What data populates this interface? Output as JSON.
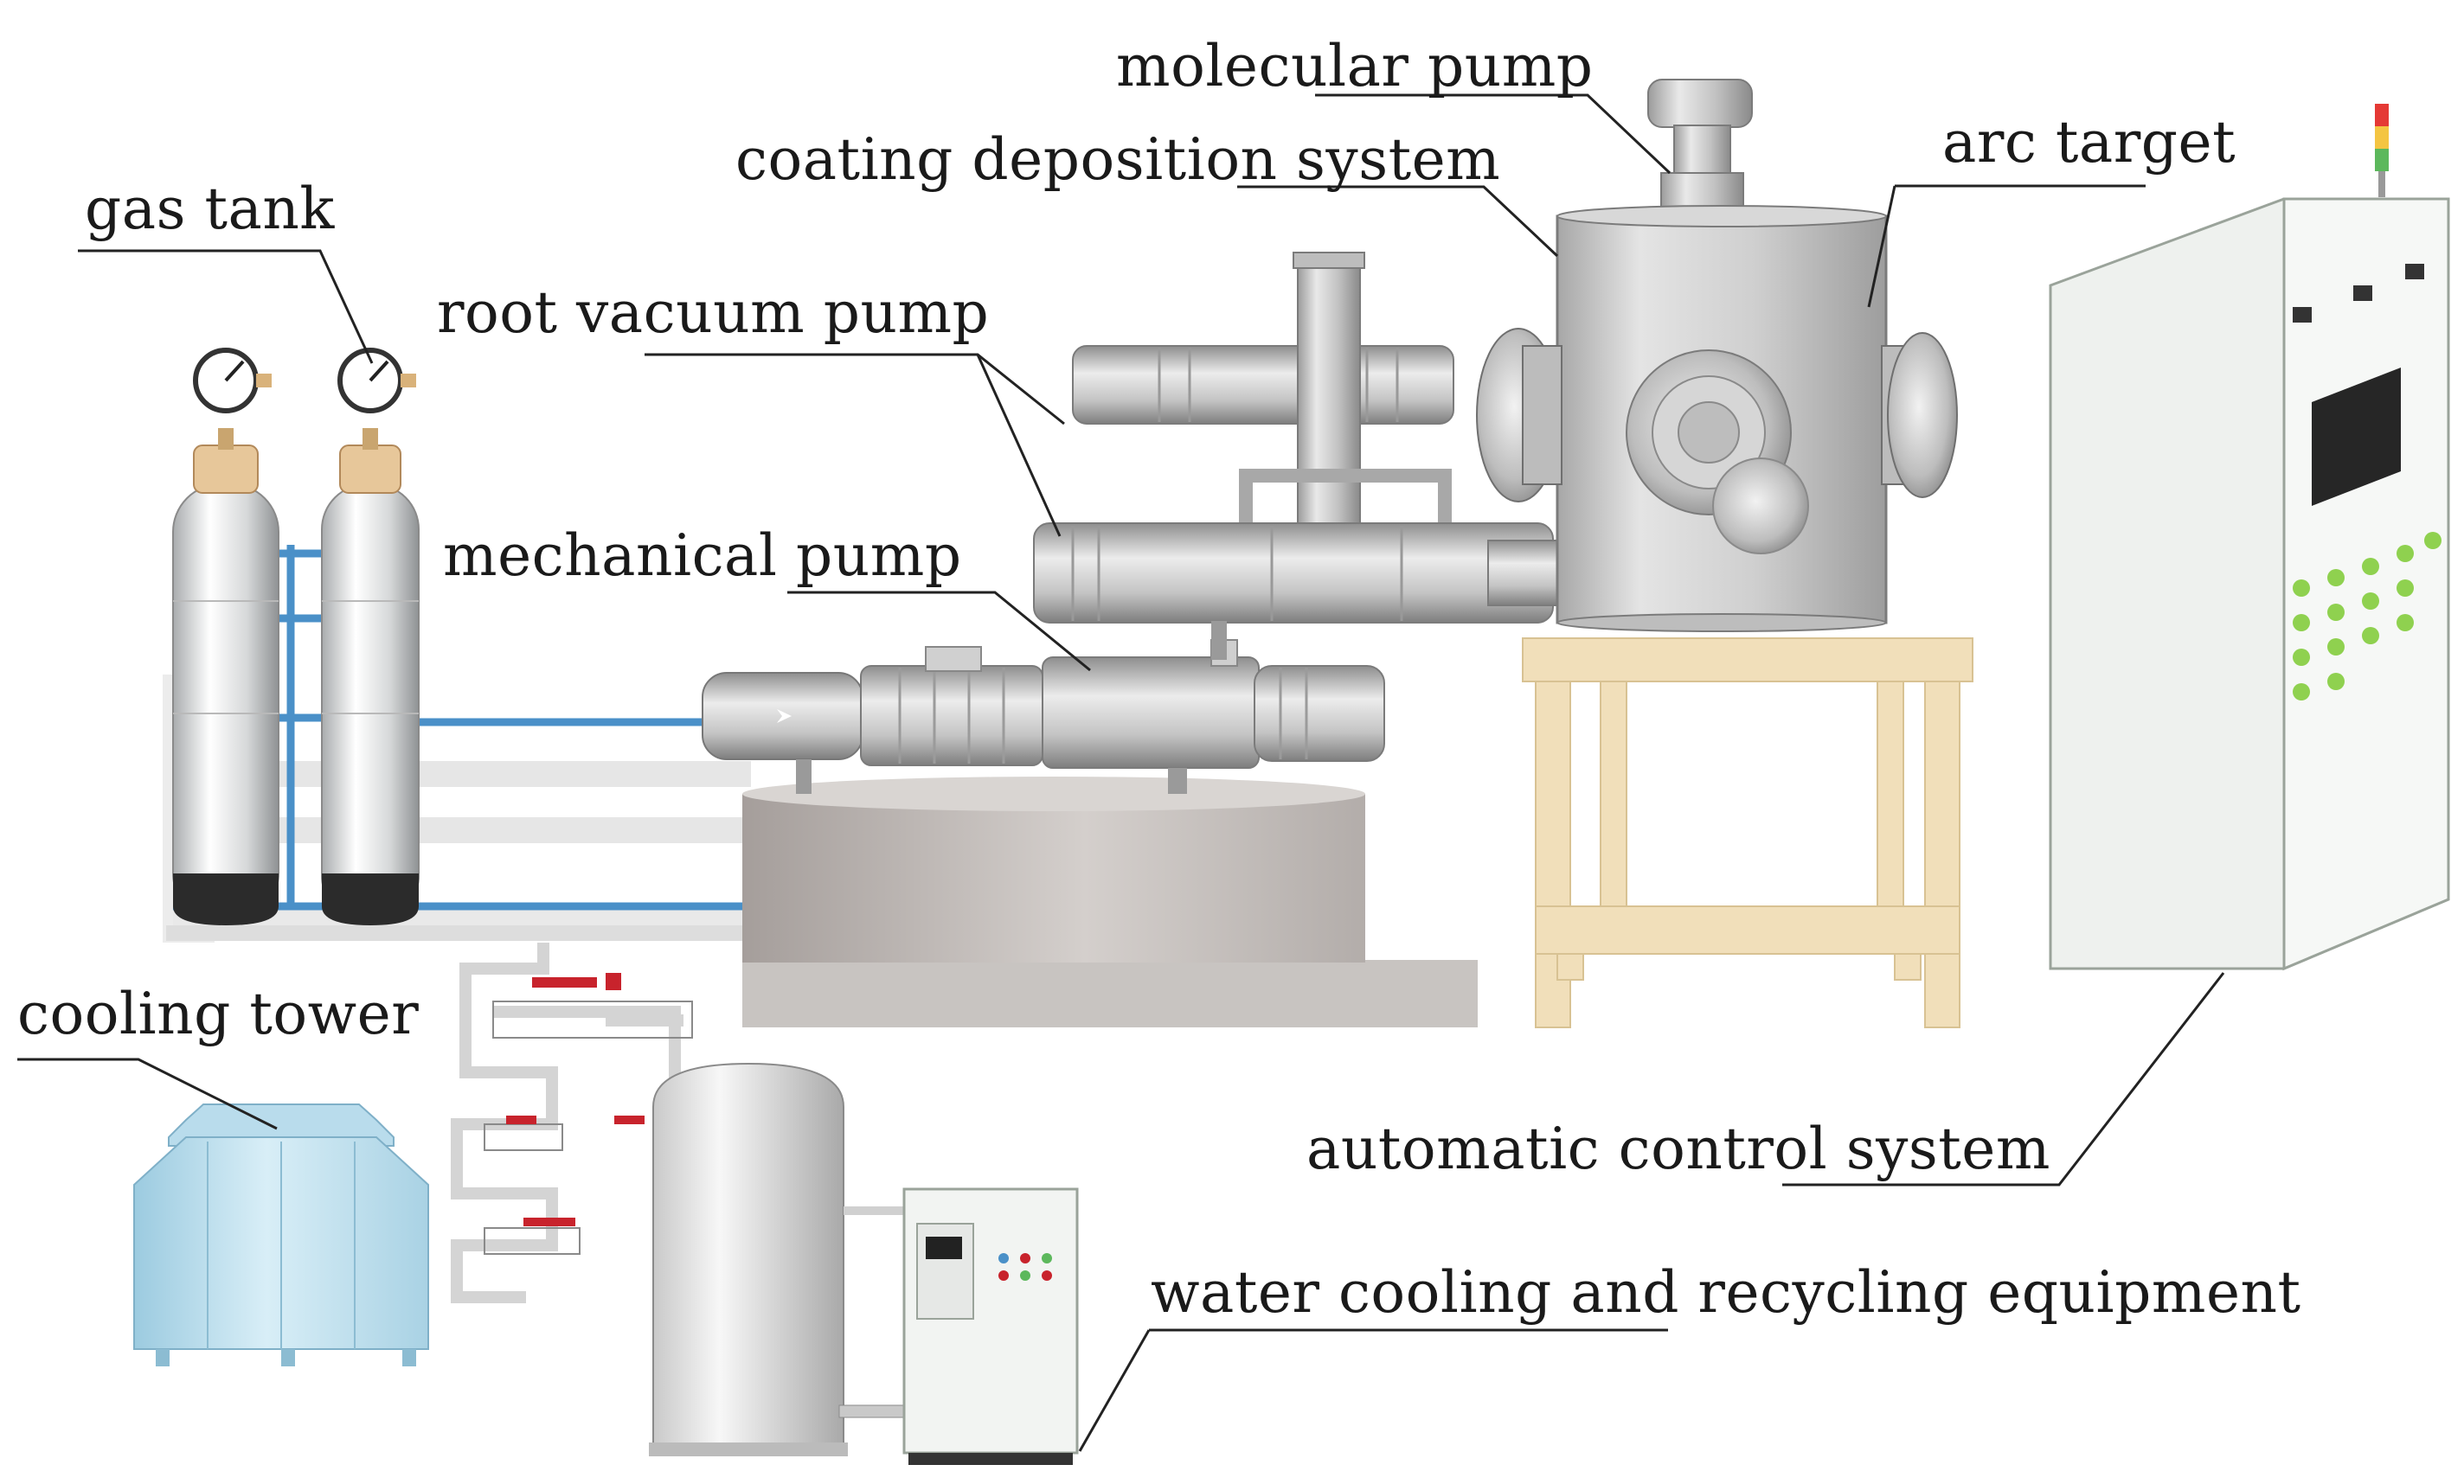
{
  "labels": {
    "molecular_pump": "molecular pump",
    "coating_deposition_system": "coating deposition system",
    "arc_target": "arc target",
    "gas_tank": "gas tank",
    "root_vacuum_pump": "root vacuum pump",
    "mechanical_pump": "mechanical pump",
    "cooling_tower": "cooling tower",
    "automatic_control_system": "automatic control system",
    "water_cooling_and_recycling_equipment": "water cooling and recycling equipment"
  },
  "icons": {
    "gas_tank": "gas-cylinder-icon",
    "gauge": "pressure-gauge-icon",
    "molecular_pump": "molecular-pump-icon",
    "chamber": "vacuum-chamber-icon",
    "arc_target": "arc-target-icon",
    "root_pump": "root-pump-icon",
    "mechanical_pump": "mechanical-pump-icon",
    "control_cabinet": "control-cabinet-icon",
    "cooling_tower": "cooling-tower-icon",
    "water_tank": "water-tank-icon",
    "valve": "valve-icon"
  },
  "colors": {
    "pipe_blue": "#4a90c8",
    "tower_blue": "#b9dcec",
    "stand_wood": "#f1dfba",
    "cabinet": "#eef1ee",
    "button_green": "#8fd14f",
    "steel": "#c8c8c8",
    "valve_red": "#c8232c",
    "beacon_red": "#e53935",
    "beacon_yellow": "#f4c542",
    "beacon_green": "#5cb85c"
  }
}
